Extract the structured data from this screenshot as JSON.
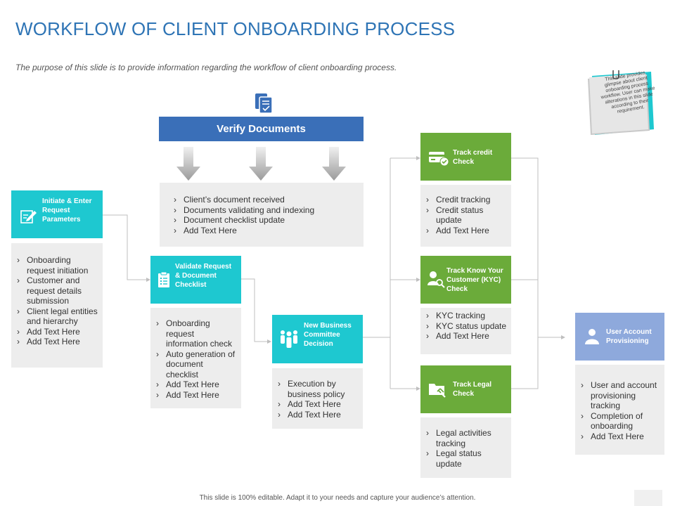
{
  "title": "WORKFLOW OF CLIENT ONBOARDING PROCESS",
  "subtitle": "The purpose of this slide is to provide information regarding the workflow of client onboarding process.",
  "verify": {
    "label": "Verify Documents",
    "items": [
      "Client’s document received",
      "Documents validating and indexing",
      "Document checklist update",
      "Add Text Here"
    ]
  },
  "initiate": {
    "label": "Initiate & Enter Request Parameters",
    "items": [
      "Onboarding request initiation",
      "Customer and request details submission",
      "Client legal entities and hierarchy",
      "Add Text Here",
      "Add Text Here"
    ]
  },
  "validate": {
    "label": "Validate Request & Document Checklist",
    "items": [
      "Onboarding request information check",
      "Auto generation of document checklist",
      "Add Text Here",
      "Add Text Here"
    ]
  },
  "committee": {
    "label": "New Business Committee Decision",
    "items": [
      "Execution by business policy",
      "Add Text Here",
      "Add Text Here"
    ]
  },
  "credit": {
    "label": "Track credit Check",
    "items": [
      "Credit tracking",
      "Credit status update",
      "Add Text Here"
    ]
  },
  "kyc": {
    "label": "Track Know Your Customer (KYC) Check",
    "items": [
      "KYC tracking",
      "KYC status update",
      "Add Text Here"
    ]
  },
  "legal": {
    "label": "Track Legal Check",
    "items": [
      "Legal activities tracking",
      "Legal status update"
    ]
  },
  "provision": {
    "label": "User Account Provisioning",
    "items": [
      "User and account provisioning tracking",
      "Completion of onboarding",
      "Add Text Here"
    ]
  },
  "note": "This slide provides glimpse about client onboarding process workflow. User can make alterations in this slide according to their requirement.",
  "footer": "This slide is 100% editable. Adapt it to your needs and capture your audience’s attention.",
  "colors": {
    "title": "#2e74b5",
    "verify_bar": "#3a6fb8",
    "cyan": "#1ec8d0",
    "green": "#6bab3a",
    "light_blue": "#8ea9dc",
    "panel": "#ededed"
  }
}
